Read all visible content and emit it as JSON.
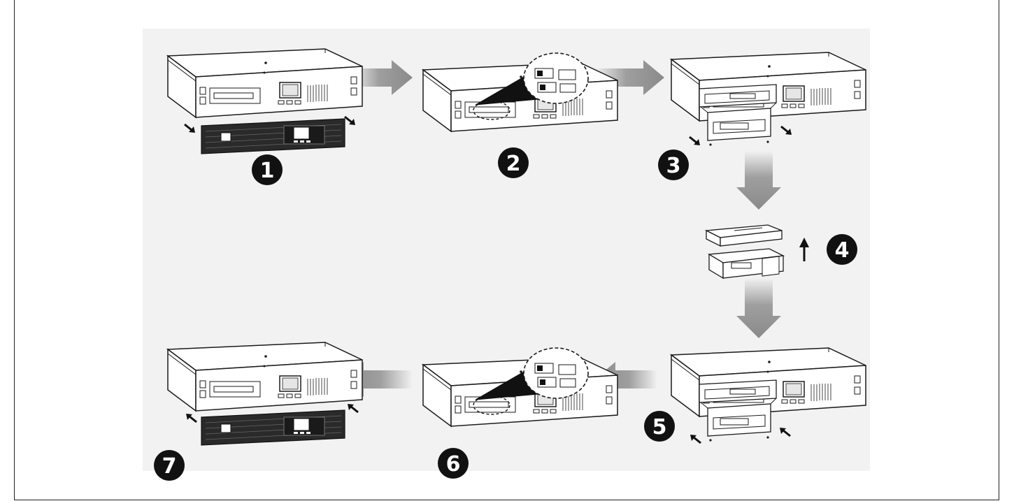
{
  "steps": [
    {
      "number": "1"
    },
    {
      "number": "2"
    },
    {
      "number": "3"
    },
    {
      "number": "4"
    },
    {
      "number": "5"
    },
    {
      "number": "6"
    },
    {
      "number": "7"
    }
  ],
  "colors": {
    "panel": "#f2f2f2",
    "badge": "#111111",
    "arrow": "#8a8a8a",
    "line": "#1a1a1a"
  }
}
